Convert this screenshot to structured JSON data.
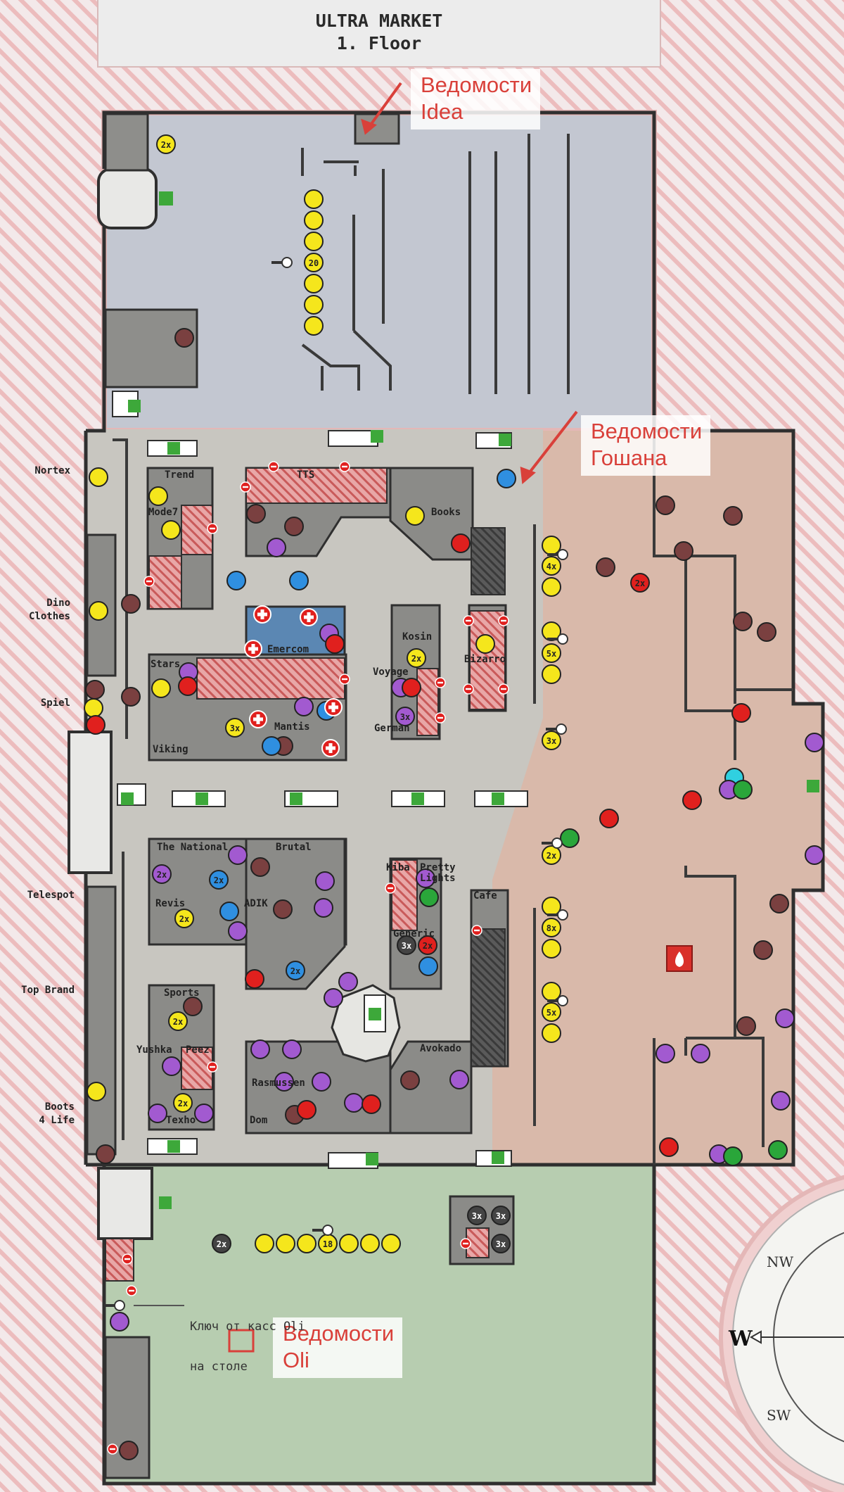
{
  "title": {
    "line1": "ULTRA MARKET",
    "line2": "1. Floor"
  },
  "notes": {
    "idea": {
      "line1": "Ведомости",
      "line2": "Idea"
    },
    "goshana": {
      "line1": "Ведомости",
      "line2": "Гошана"
    },
    "oli": {
      "line1": "Ведомости",
      "line2": "Oli"
    }
  },
  "hint_text": {
    "line1": "Ключ от касс Oli",
    "line2": "на столе"
  },
  "side_labels": [
    "Nortex",
    "Dino\nClothes",
    "Spiel",
    "Telespot",
    "Top Brand",
    "Boots\n4 Life"
  ],
  "stores": [
    "Trend",
    "TTS",
    "Mode7",
    "Books",
    "Emercom",
    "Kosin",
    "Stars",
    "Voyage",
    "Bizarro",
    "Viking",
    "Mantis",
    "German",
    "The National",
    "Brutal",
    "Kiba",
    "Pretty Lights",
    "Revis",
    "ADIK",
    "Cafe",
    "Generic",
    "Sports",
    "Yushka",
    "Peez",
    "Avokado",
    "Rasmussen",
    "Texho",
    "Dom"
  ],
  "key_counts": {
    "north_row": "20",
    "south_row": "18"
  },
  "multipliers": {
    "x2": "2x",
    "x3": "3x",
    "x4": "4x",
    "x5": "5x",
    "x8": "8x"
  },
  "compass": {
    "nw": "NW",
    "w": "W",
    "sw": "SW"
  },
  "icons": {
    "yellow_marker": "loot-spawn",
    "red_marker": "weapon-spawn",
    "purple_marker": "cash-register",
    "blue_marker": "electronics",
    "brown_marker": "container",
    "green_marker": "medical-loot",
    "key": "key-icon",
    "medkit": "medkit-icon",
    "stairs": "stairs-icon",
    "fire": "fire-extinguisher-icon"
  },
  "colors": {
    "zone_north": "#c3c7d1",
    "zone_central": "#c8c6c0",
    "zone_east": "#d9b9aa",
    "zone_south": "#b7cdb0",
    "hazard_stripe": "#e8a7a7",
    "note_text": "#d9403a"
  }
}
